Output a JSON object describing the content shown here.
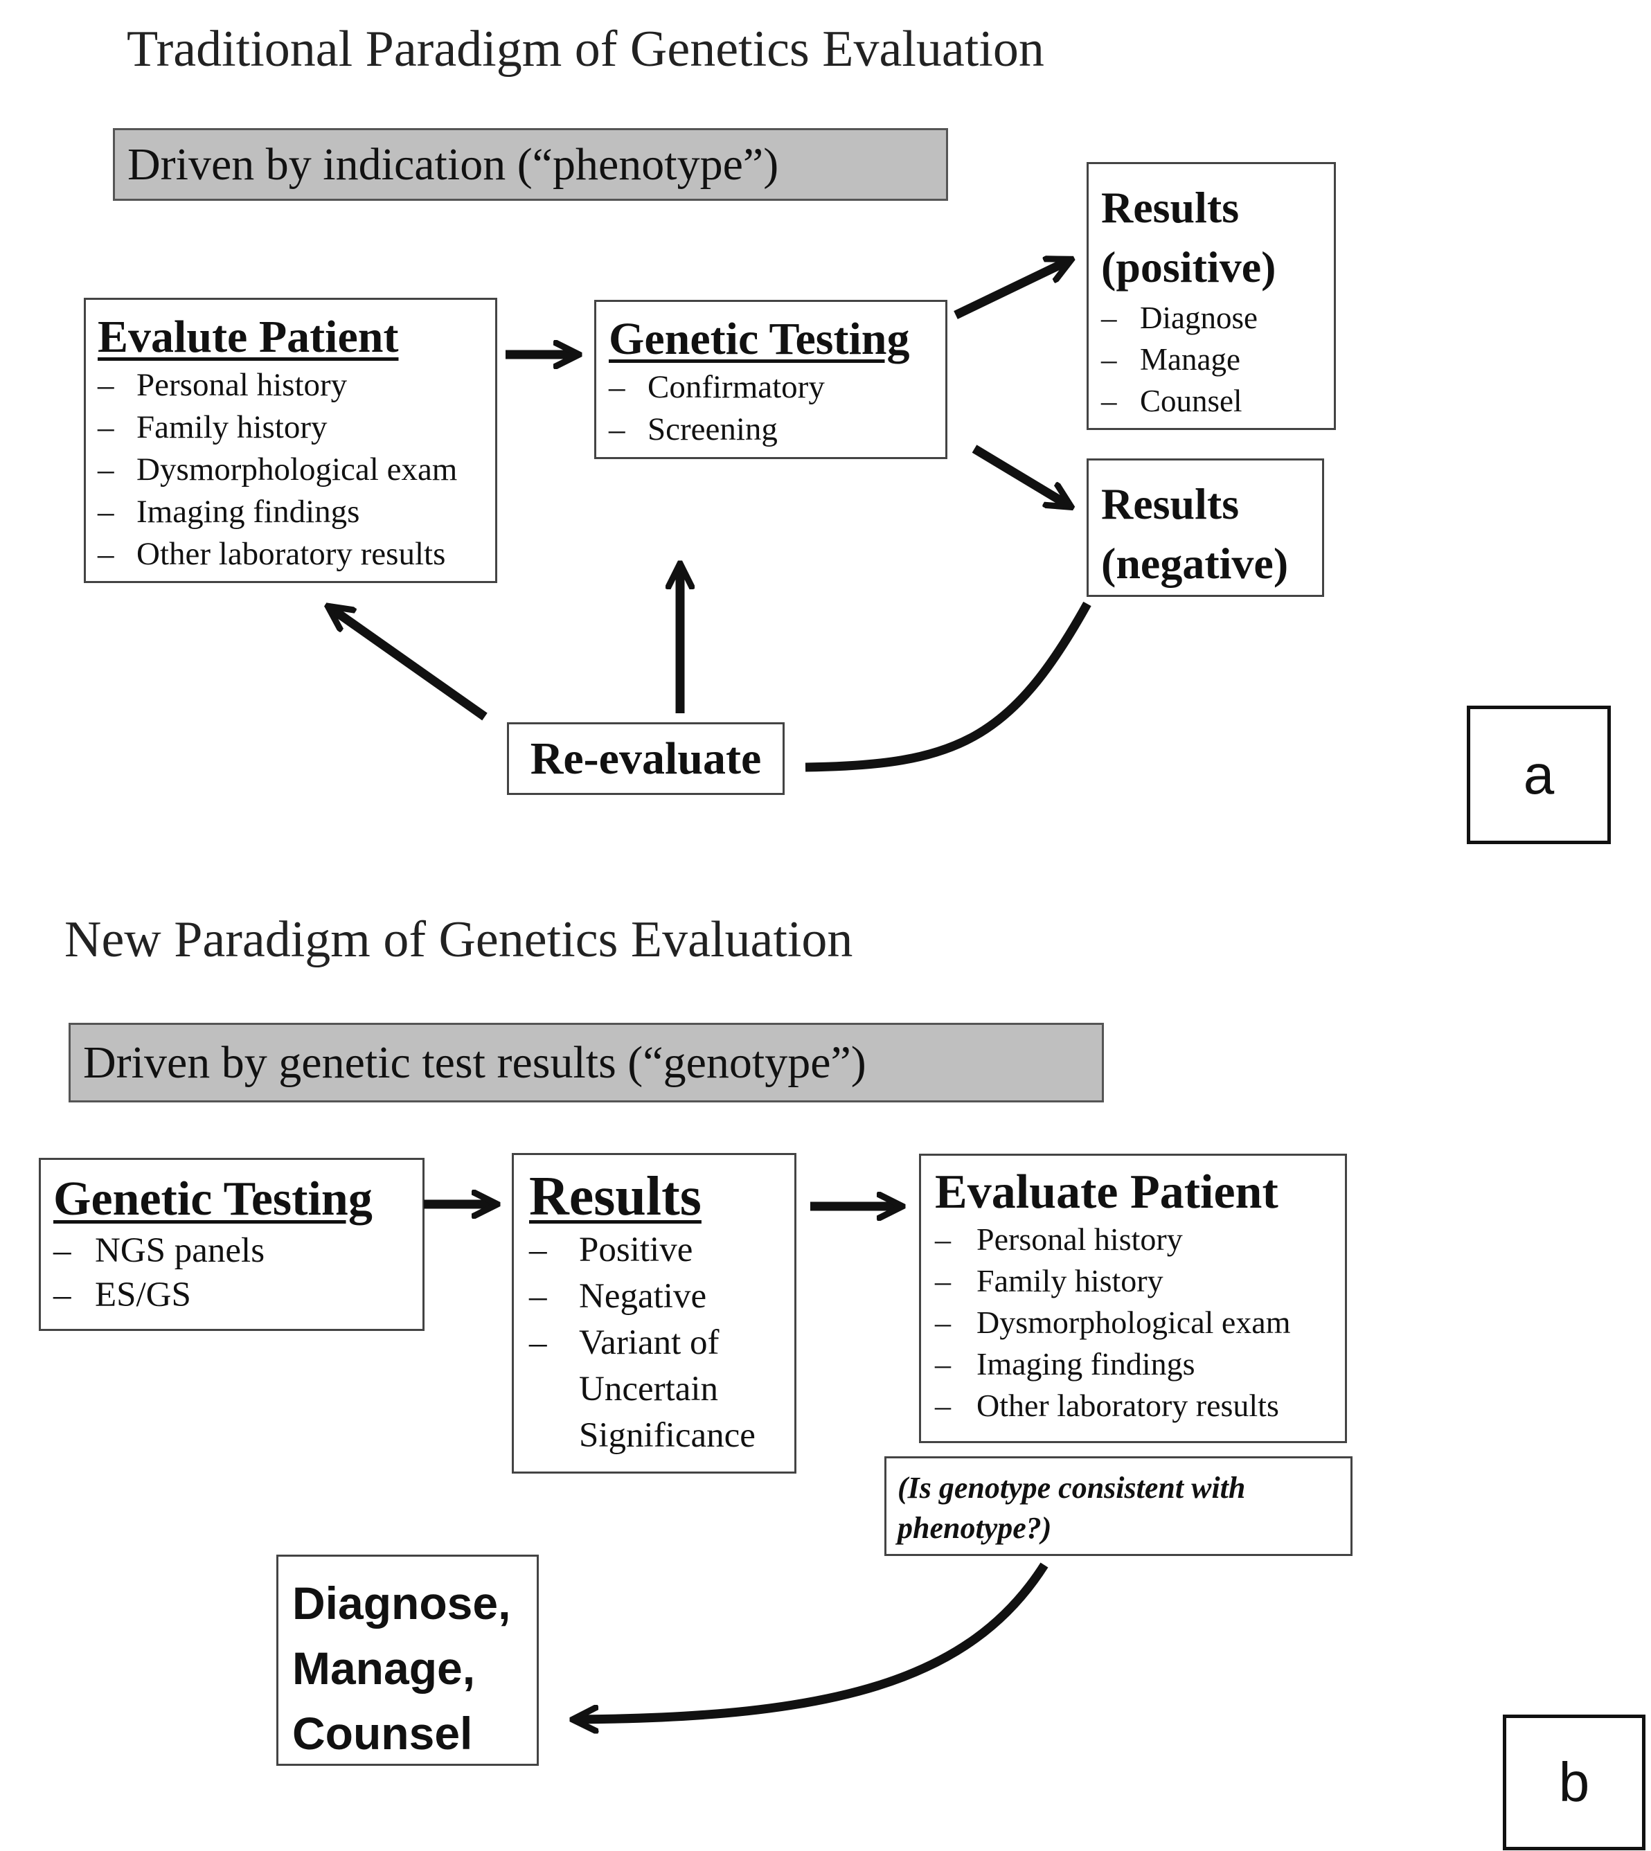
{
  "panel_a": {
    "title": "Traditional Paradigm of Genetics Evaluation",
    "banner": "Driven by indication (“phenotype”)",
    "evaluate_patient": {
      "heading": "Evalute Patient",
      "items": [
        "Personal history",
        "Family history",
        "Dysmorphological exam",
        "Imaging  findings",
        "Other laboratory results"
      ]
    },
    "genetic_testing": {
      "heading": "Genetic Testing",
      "items": [
        "Confirmatory",
        "Screening"
      ]
    },
    "results_positive": {
      "heading_line1": "Results",
      "heading_line2": "(positive)",
      "items": [
        "Diagnose",
        "Manage",
        "Counsel"
      ]
    },
    "results_negative": {
      "heading_line1": "Results",
      "heading_line2": "(negative)"
    },
    "reevaluate": "Re-evaluate",
    "label": "a"
  },
  "panel_b": {
    "title": "New Paradigm of Genetics Evaluation",
    "banner": "Driven by genetic test results (“genotype”)",
    "genetic_testing": {
      "heading": "Genetic Testing",
      "items": [
        "NGS panels",
        "ES/GS"
      ]
    },
    "results": {
      "heading": "Results",
      "items": [
        "Positive",
        "Negative",
        "Variant of",
        "Uncertain",
        "Significance"
      ]
    },
    "evaluate_patient": {
      "heading": "Evaluate Patient",
      "items": [
        "Personal history",
        "Family history",
        "Dysmorphological  exam",
        "Imaging  findings",
        "Other laboratory results"
      ]
    },
    "question": "(Is genotype consistent with phenotype?)",
    "outcome": [
      "Diagnose,",
      "Manage,",
      "Counsel"
    ],
    "label": "b"
  },
  "colors": {
    "banner_fill": "#bfbfbf",
    "box_border": "#444444",
    "arrow": "#111111"
  }
}
